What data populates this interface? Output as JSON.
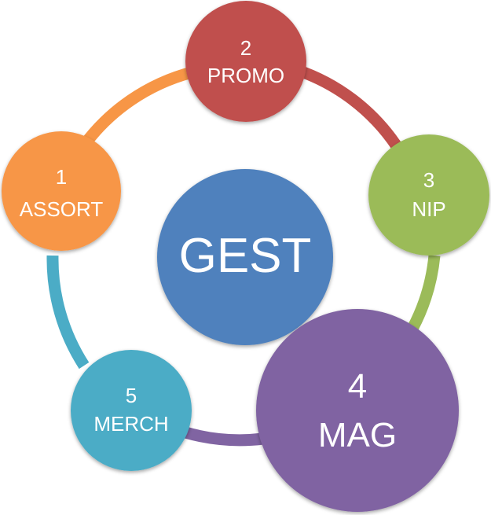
{
  "center": {
    "label": "GEST",
    "color": "#4F81BD"
  },
  "nodes": [
    {
      "number": "1",
      "label": "ASSORT",
      "color": "#F79646"
    },
    {
      "number": "2",
      "label": "PROMO",
      "color": "#C0504D"
    },
    {
      "number": "3",
      "label": "NIP",
      "color": "#9BBB59"
    },
    {
      "number": "4",
      "label": "MAG",
      "color": "#8064A2"
    },
    {
      "number": "5",
      "label": "MERCH",
      "color": "#4BACC6"
    }
  ],
  "connector_colors": {
    "assort-to-promo": "#F79646",
    "promo-to-nip": "#C0504D",
    "nip-to-mag": "#9BBB59",
    "mag-to-merch": "#8064A2",
    "merch-to-assort": "#4BACC6"
  }
}
